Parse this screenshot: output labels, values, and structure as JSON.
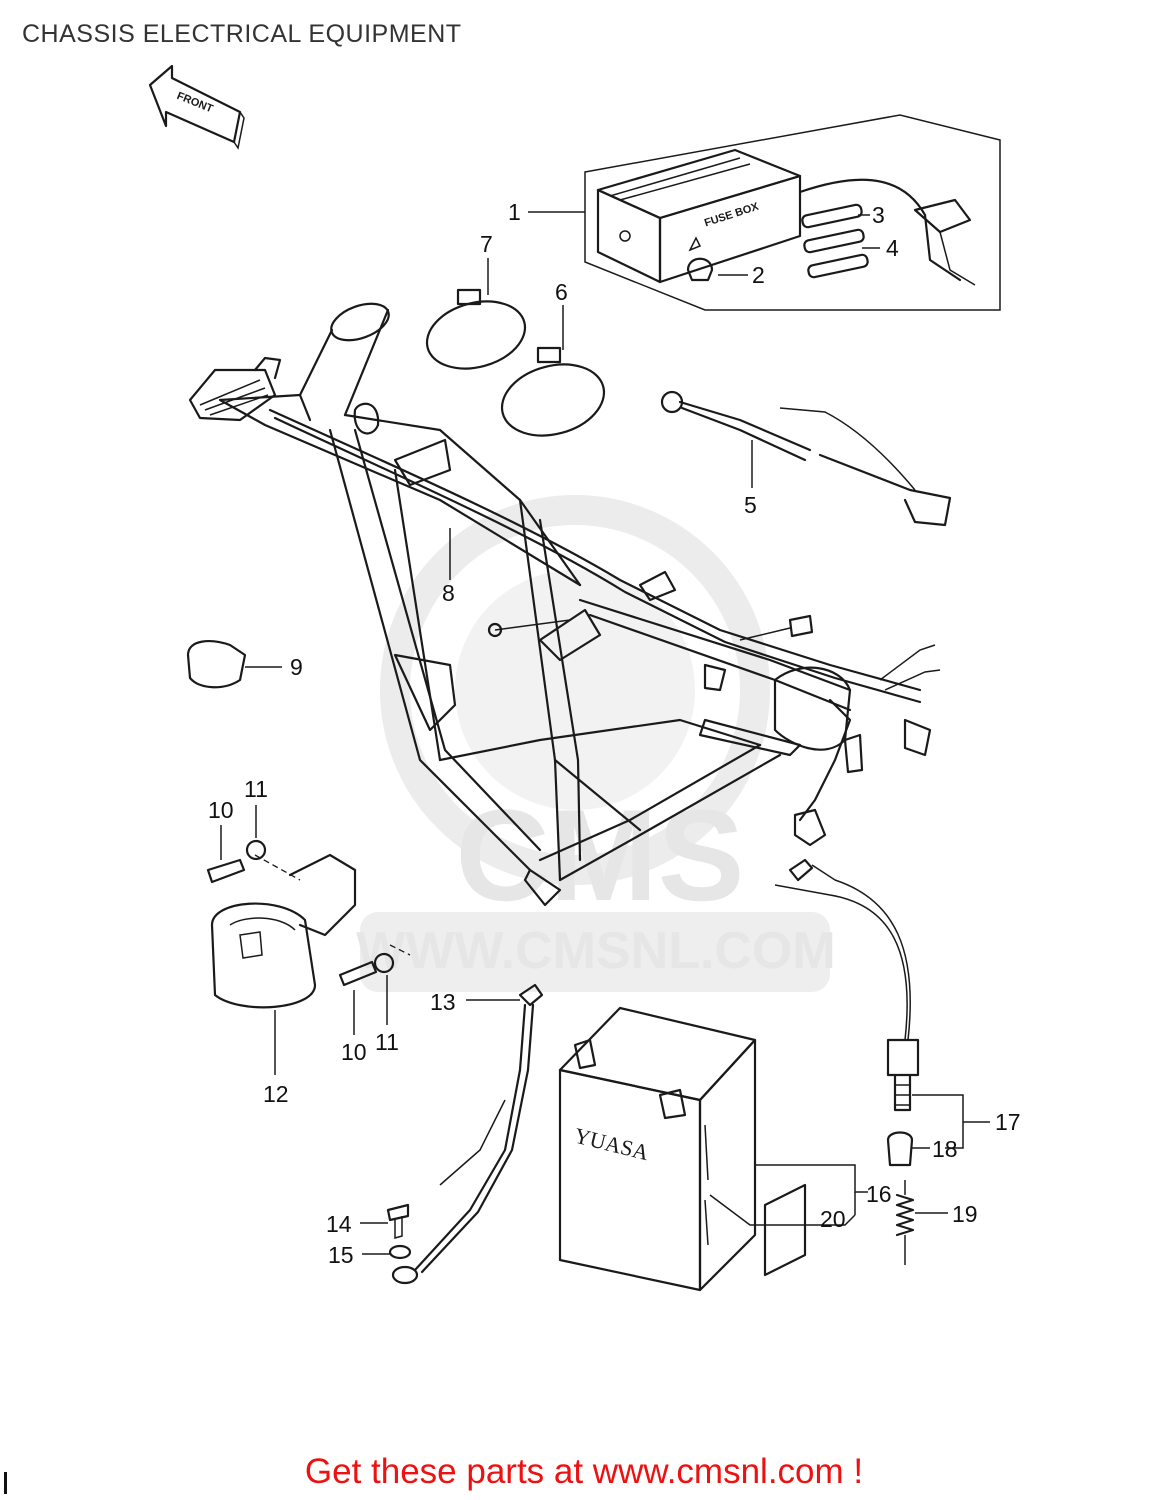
{
  "title": "CHASSIS ELECTRICAL EQUIPMENT",
  "footer": "Get these parts at www.cmsnl.com !",
  "watermark": {
    "logo_text": "CMS",
    "url_text": "WWW.CMSNL.COM"
  },
  "direction_label": "FRONT",
  "component_text": {
    "fuse_box": "FUSE BOX",
    "battery_brand": "YUASA"
  },
  "callouts": [
    {
      "id": "c1",
      "label": "1"
    },
    {
      "id": "c2",
      "label": "2"
    },
    {
      "id": "c3",
      "label": "3"
    },
    {
      "id": "c4",
      "label": "4"
    },
    {
      "id": "c5",
      "label": "5"
    },
    {
      "id": "c6",
      "label": "6"
    },
    {
      "id": "c7",
      "label": "7"
    },
    {
      "id": "c8",
      "label": "8"
    },
    {
      "id": "c9",
      "label": "9"
    },
    {
      "id": "c10a",
      "label": "10"
    },
    {
      "id": "c11a",
      "label": "11"
    },
    {
      "id": "c10b",
      "label": "10"
    },
    {
      "id": "c11b",
      "label": "11"
    },
    {
      "id": "c12",
      "label": "12"
    },
    {
      "id": "c13",
      "label": "13"
    },
    {
      "id": "c14",
      "label": "14"
    },
    {
      "id": "c15",
      "label": "15"
    },
    {
      "id": "c16",
      "label": "16"
    },
    {
      "id": "c17",
      "label": "17"
    },
    {
      "id": "c18",
      "label": "18"
    },
    {
      "id": "c19",
      "label": "19"
    },
    {
      "id": "c20",
      "label": "20"
    }
  ],
  "colors": {
    "line": "#1a1a1a",
    "footer_text": "#ee1111",
    "watermark": "#e6e6e6"
  }
}
